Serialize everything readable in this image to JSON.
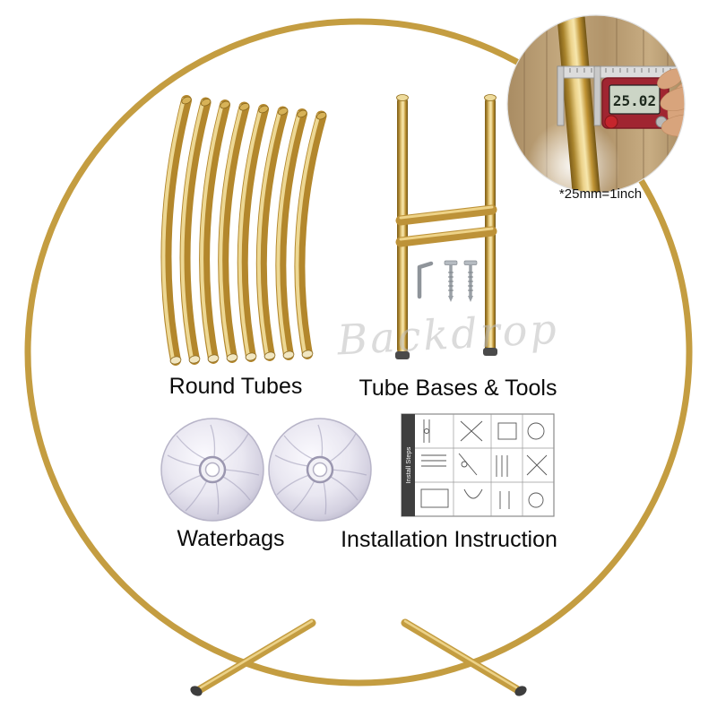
{
  "labels": {
    "round_tubes": "Round Tubes",
    "tube_bases_tools": "Tube Bases &  Tools",
    "waterbags": "Waterbags",
    "installation_instruction": "Installation Instruction"
  },
  "inset": {
    "caliper_reading": "25.02",
    "note": "*25mm=1inch"
  },
  "instruction_sheet": {
    "side_label": "Install Steps"
  },
  "watermark": "Backdrop",
  "colors": {
    "gold": "#c49d41",
    "gold_light": "#eed388",
    "gold_dark": "#7c5c18",
    "caliper_body": "#a02531",
    "lcd_screen": "#ccd5c6",
    "waterbag": "#e9e7f1",
    "background": "#ffffff"
  }
}
